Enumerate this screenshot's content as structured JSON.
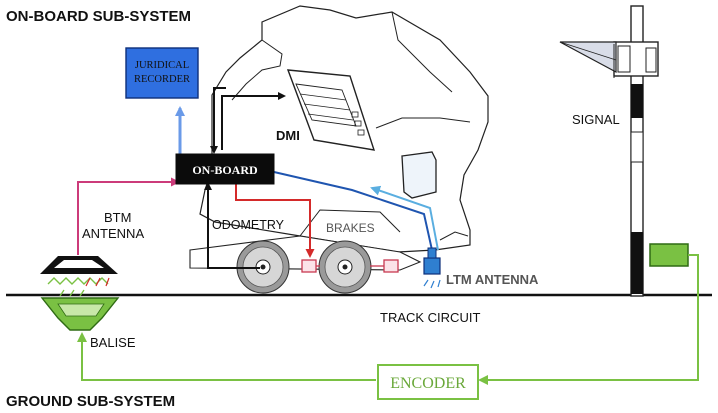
{
  "diagram": {
    "title_onboard": "ON-BOARD SUB-SYSTEM",
    "title_ground": "GROUND SUB-SYSTEM",
    "juridical_recorder": {
      "line1": "JURIDICAL",
      "line2": "RECORDER"
    },
    "onboard_unit": "ON-BOARD",
    "dmi": "DMI",
    "btm_antenna": {
      "line1": "BTM",
      "line2": "ANTENNA"
    },
    "odometry": "ODOMETRY",
    "brakes": "BRAKES",
    "ltm_antenna": "LTM ANTENNA",
    "track_circuit": "TRACK CIRCUIT",
    "balise": "BALISE",
    "signal": "SIGNAL",
    "encoder": "ENCODER"
  },
  "colors": {
    "recorder_fill": "#2f6fe0",
    "onboard_fill": "#0b0b0b",
    "btm_link": "#cc3b7a",
    "recorder_link": "#6a9ae8",
    "brake_link": "#d42a2a",
    "ltm_link_dark": "#1f55b0",
    "ltm_link_light": "#5aaee0",
    "green": "#7ac143",
    "ltm_box": "#2f7fd0"
  }
}
